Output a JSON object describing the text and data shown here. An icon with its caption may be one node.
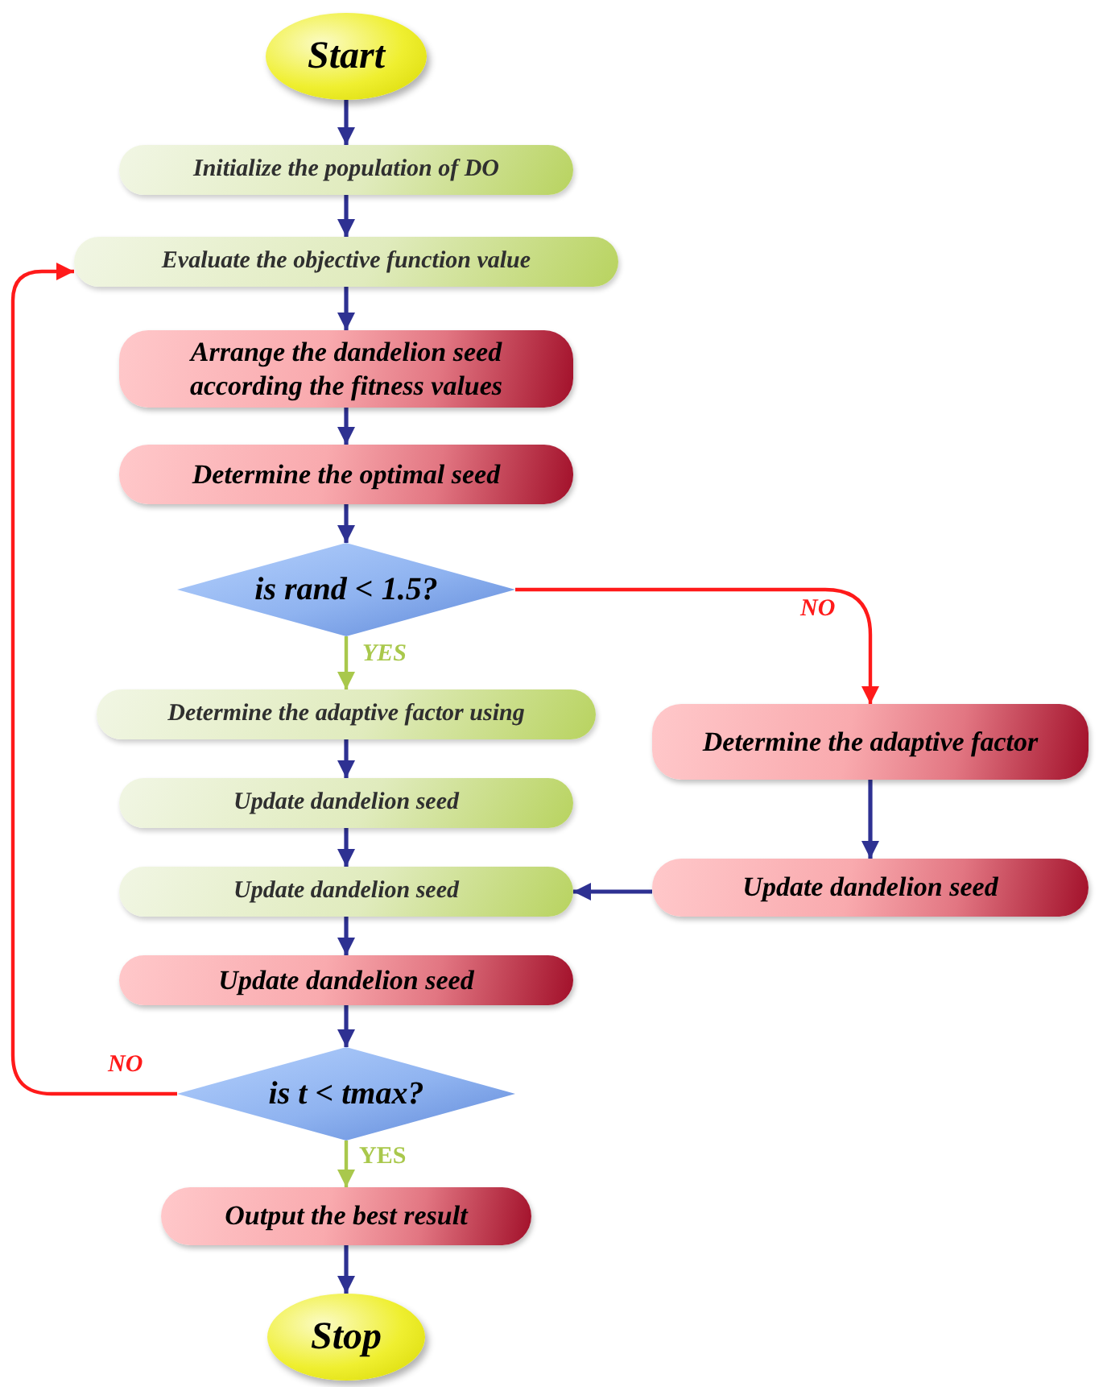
{
  "diagram": {
    "nodes": [
      {
        "text": [
          "Start"
        ]
      },
      {
        "text": [
          "Initialize the population of DO"
        ]
      },
      {
        "text": [
          "Evaluate the objective function value"
        ]
      },
      {
        "text": [
          "Arrange the dandelion seed according the fitness values"
        ]
      },
      {
        "text": [
          "Determine the optimal seed"
        ]
      },
      {
        "text": [
          "is rand < 1.5?"
        ]
      },
      {
        "text": [
          "Determine the adaptive factor using"
        ]
      },
      {
        "text": [
          "Update dandelion seed"
        ]
      },
      {
        "text": [
          "Update dandelion seed"
        ]
      },
      {
        "text": [
          "Update dandelion seed"
        ]
      },
      {
        "text": [
          "is t < tmax?"
        ]
      },
      {
        "text": [
          "Output the best result"
        ]
      },
      {
        "text": [
          "Stop"
        ]
      },
      {
        "text": [
          "Determine the adaptive factor"
        ]
      },
      {
        "text": [
          "Update dandelion seed"
        ]
      }
    ],
    "edges": [
      {
        "from": 0,
        "to": 1,
        "arrow": "to"
      },
      {
        "from": 1,
        "to": 2,
        "arrow": "to"
      },
      {
        "from": 2,
        "to": 3,
        "arrow": "to"
      },
      {
        "from": 3,
        "to": 4,
        "arrow": "to"
      },
      {
        "from": 4,
        "to": 5,
        "arrow": "to"
      },
      {
        "from": 5,
        "to": 6,
        "arrow": "to",
        "label": "YES",
        "color": "#a9c84c"
      },
      {
        "from": 5,
        "to": 13,
        "arrow": "to",
        "label": "NO",
        "color": "#ff1a1a"
      },
      {
        "from": 6,
        "to": 7,
        "arrow": "to"
      },
      {
        "from": 7,
        "to": 8,
        "arrow": "to"
      },
      {
        "from": 13,
        "to": 14,
        "arrow": "to"
      },
      {
        "from": 14,
        "to": 8,
        "arrow": "to"
      },
      {
        "from": 8,
        "to": 9,
        "arrow": "to"
      },
      {
        "from": 9,
        "to": 10,
        "arrow": "to"
      },
      {
        "from": 10,
        "to": 11,
        "arrow": "to",
        "label": "YES",
        "color": "#a9c84c"
      },
      {
        "from": 10,
        "to": 2,
        "arrow": "to",
        "label": "NO",
        "color": "#ff1a1a"
      },
      {
        "from": 11,
        "to": 12,
        "arrow": "to"
      }
    ]
  }
}
